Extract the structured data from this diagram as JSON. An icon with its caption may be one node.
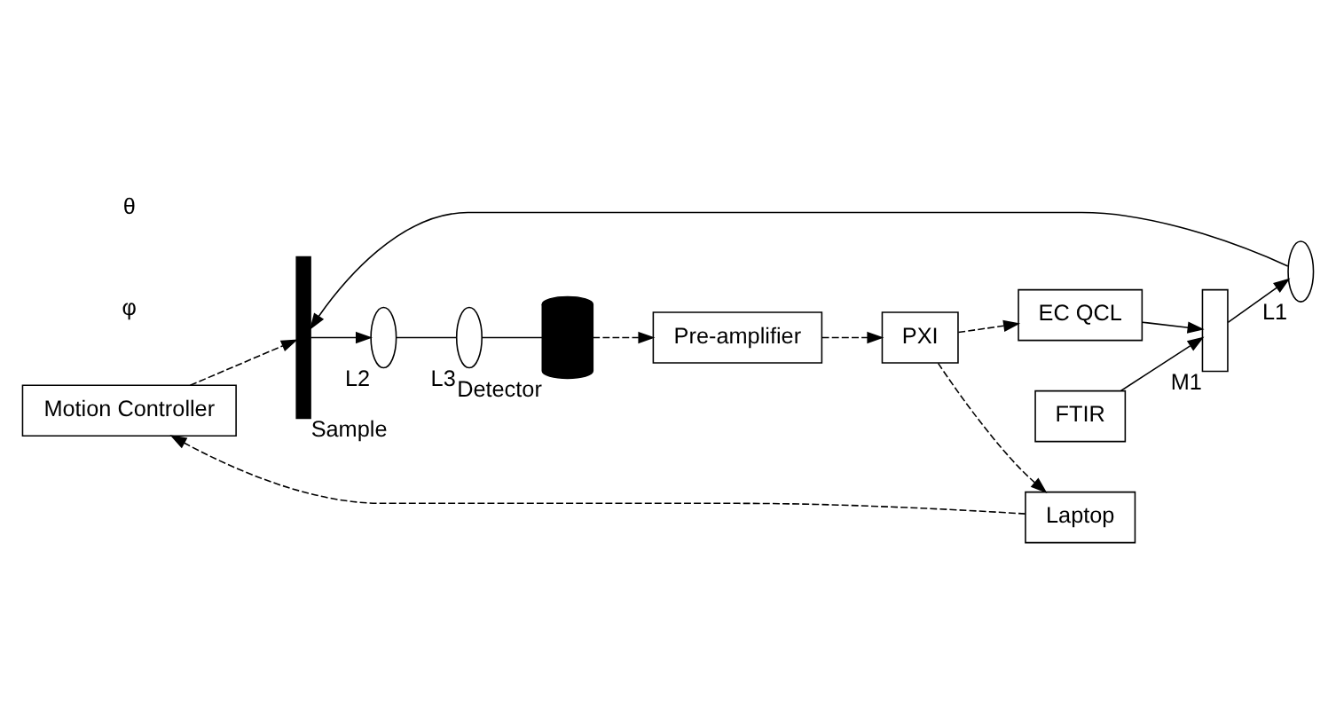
{
  "diagram": {
    "nodes": [
      {
        "text": [
          "Motion Controller"
        ]
      },
      {
        "text": [
          "Laptop"
        ]
      },
      {
        "text": [
          "PXI"
        ]
      },
      {
        "text": [
          "Pre-amplifier"
        ]
      },
      {
        "text": [
          "FTIR"
        ]
      },
      {
        "text": [
          "EC QCL"
        ]
      },
      {
        "text": [],
        "shape": "bar",
        "beside": [
          "Sample"
        ]
      },
      {
        "text": [],
        "shape": "box",
        "beside": [
          "M1"
        ]
      },
      {
        "text": [],
        "shape": "ellipse",
        "beside": [
          "L1"
        ]
      },
      {
        "text": [],
        "shape": "ellipse",
        "beside": [
          "L2"
        ]
      },
      {
        "text": [],
        "shape": "ellipse",
        "beside": [
          "L3"
        ]
      },
      {
        "text": [],
        "shape": "cylinder",
        "beside": [
          "Detector"
        ]
      }
    ],
    "edges": [
      {
        "from": 1,
        "to": 0,
        "arrow": "to",
        "style": "dashed"
      },
      {
        "from": 2,
        "to": 1,
        "arrow": "to",
        "style": "dashed"
      },
      {
        "from": 0,
        "to": 6,
        "arrow": "to",
        "style": "dashed"
      },
      {
        "from": 2,
        "to": 5,
        "arrow": "to",
        "style": "dashed"
      },
      {
        "from": 11,
        "to": 3,
        "arrow": "to",
        "style": "dashed"
      },
      {
        "from": 3,
        "to": 2,
        "arrow": "to",
        "style": "dashed"
      },
      {
        "from": 4,
        "to": 7,
        "arrow": "to"
      },
      {
        "from": 5,
        "to": 7,
        "arrow": "to"
      },
      {
        "from": 7,
        "to": 8,
        "arrow": "to"
      },
      {
        "from": 8,
        "to": 6,
        "arrow": "to"
      },
      {
        "from": 6,
        "to": 9,
        "arrow": "to"
      },
      {
        "from": 9,
        "to": 10,
        "arrow": "none"
      },
      {
        "from": 10,
        "to": 11,
        "arrow": "none"
      }
    ],
    "labels": [
      "φ",
      "θ"
    ]
  }
}
